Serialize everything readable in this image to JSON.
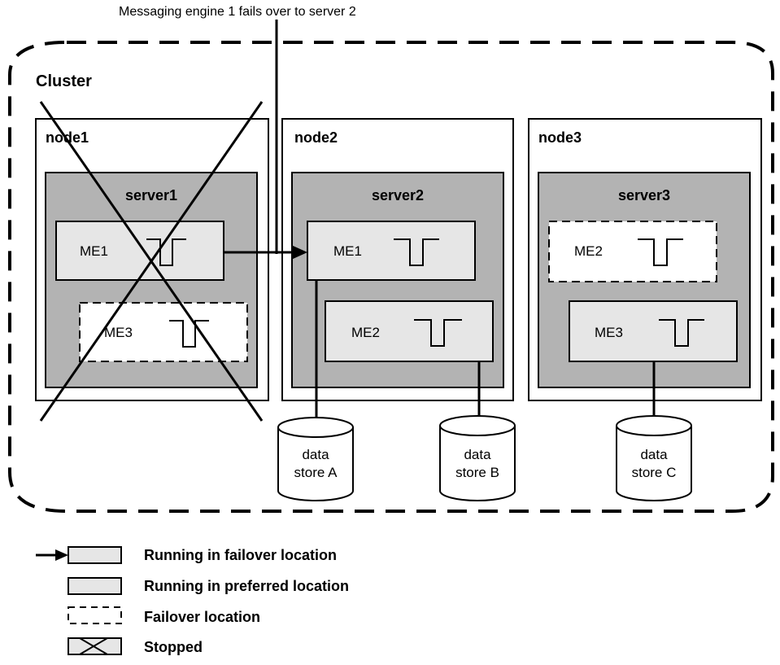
{
  "caption": "Messaging engine 1 fails over to server 2",
  "cluster": {
    "label": "Cluster"
  },
  "nodes": [
    {
      "label": "node1",
      "server": "server1",
      "engines": [
        {
          "label": "ME1",
          "state": "running-preferred"
        },
        {
          "label": "ME3",
          "state": "failover-location"
        }
      ],
      "stopped": true
    },
    {
      "label": "node2",
      "server": "server2",
      "engines": [
        {
          "label": "ME1",
          "state": "running-failover"
        },
        {
          "label": "ME2",
          "state": "running-preferred"
        }
      ],
      "stopped": false
    },
    {
      "label": "node3",
      "server": "server3",
      "engines": [
        {
          "label": "ME2",
          "state": "failover-location"
        },
        {
          "label": "ME3",
          "state": "running-preferred"
        }
      ],
      "stopped": false
    }
  ],
  "data_stores": [
    {
      "line1": "data",
      "line2": "store A"
    },
    {
      "line1": "data",
      "line2": "store B"
    },
    {
      "line1": "data",
      "line2": "store C"
    }
  ],
  "legend": [
    {
      "key": "running-failover",
      "label": "Running in failover location"
    },
    {
      "key": "running-preferred",
      "label": "Running in preferred location"
    },
    {
      "key": "failover-location",
      "label": "Failover location"
    },
    {
      "key": "stopped",
      "label": "Stopped"
    }
  ],
  "colors": {
    "server_fill": "#b3b3b3",
    "engine_fill": "#e6e6e6",
    "line": "#000000",
    "background": "#ffffff"
  }
}
